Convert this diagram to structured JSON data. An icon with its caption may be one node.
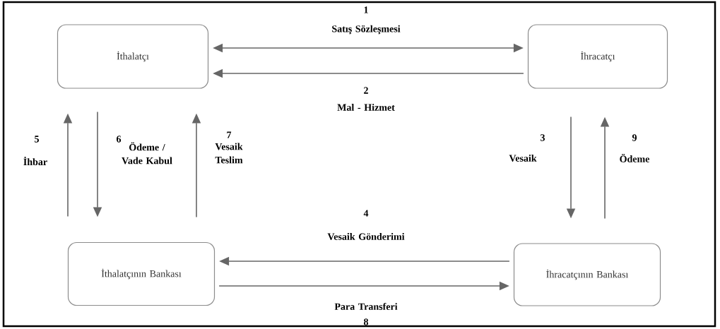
{
  "diagram": {
    "nodes": [
      {
        "text": [
          "İthalatçı"
        ]
      },
      {
        "text": [
          "İhracatçı"
        ]
      },
      {
        "text": [
          "İthalatçının Bankası"
        ]
      },
      {
        "text": [
          "İhracatçının Bankası"
        ]
      }
    ],
    "edges": [
      {
        "from": 0,
        "to": 1,
        "arrow": "both",
        "label": "Satış Sözleşmesi"
      },
      {
        "from": 1,
        "to": 0,
        "arrow": "to",
        "label": "Mal - Hizmet"
      },
      {
        "from": 1,
        "to": 3,
        "arrow": "to",
        "label": "Vesaik"
      },
      {
        "from": 3,
        "to": 2,
        "arrow": "to",
        "label": "Vesaik Gönderimi"
      },
      {
        "from": 2,
        "to": 0,
        "arrow": "to",
        "label": "İhbar"
      },
      {
        "from": 0,
        "to": 2,
        "arrow": "to",
        "label": "Ödeme / Vade Kabul"
      },
      {
        "from": 2,
        "to": 0,
        "arrow": "to",
        "label": "Vesaik Teslim"
      },
      {
        "from": 2,
        "to": 3,
        "arrow": "to",
        "label": "Para Transferi"
      },
      {
        "from": 3,
        "to": 1,
        "arrow": "to",
        "label": "Ödeme"
      }
    ],
    "labels": [
      "1",
      "2",
      "5",
      "6",
      "7",
      "3",
      "9",
      "4",
      "8"
    ]
  }
}
